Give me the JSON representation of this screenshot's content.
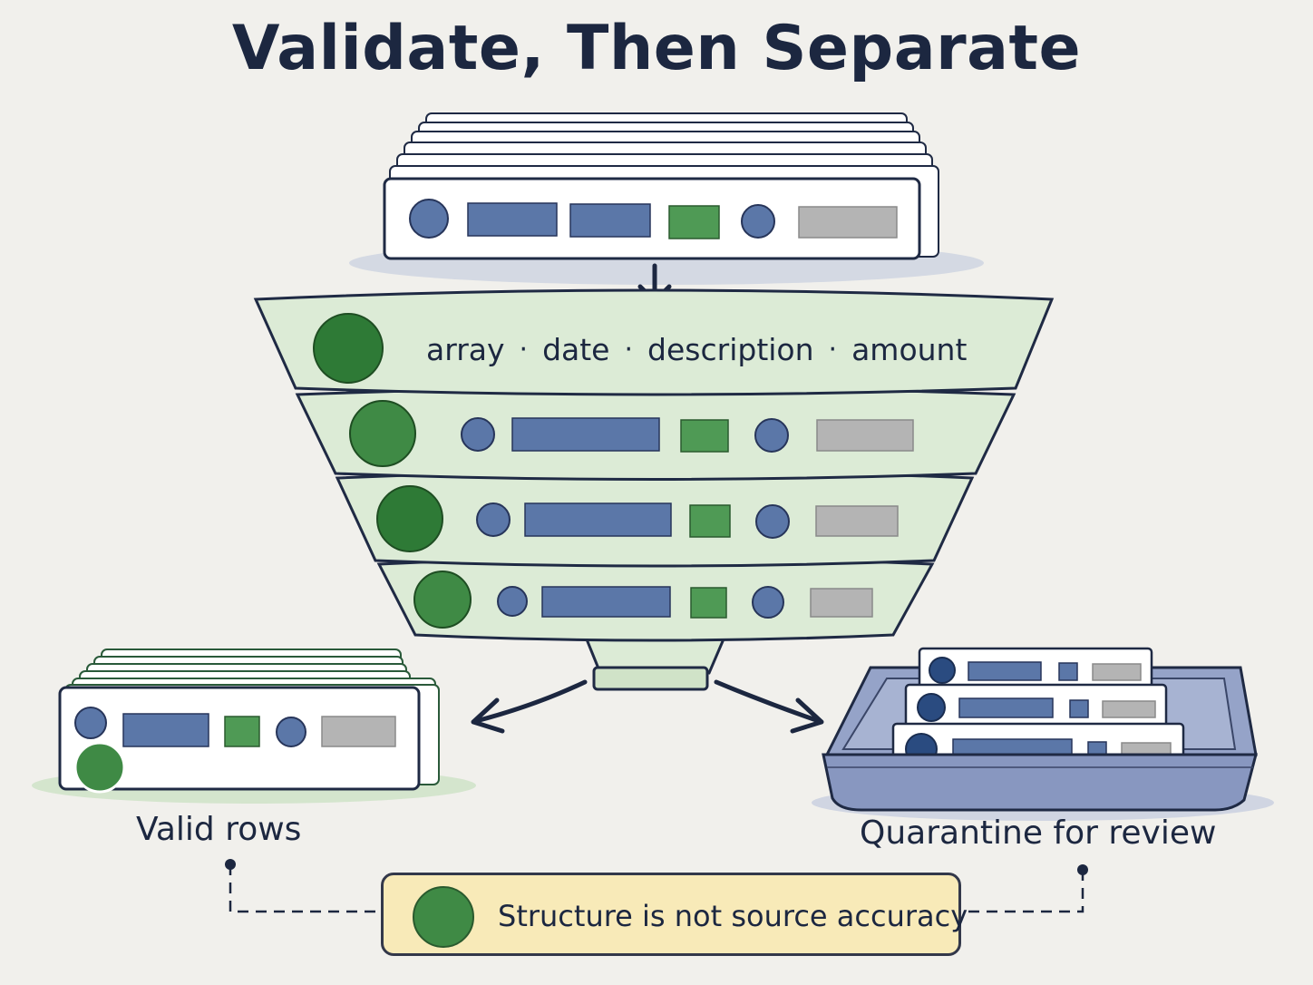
{
  "title": "Validate, Then Separate",
  "schema": {
    "fields": [
      "array",
      "date",
      "description",
      "amount"
    ]
  },
  "outputs": {
    "valid_label": "Valid rows",
    "quarantine_label": "Quarantine for review"
  },
  "note": {
    "text": "Structure is not source accuracy"
  },
  "colors": {
    "background": "#f1f0ec",
    "ink": "#1c2740",
    "funnel_green": "#dcebd6",
    "valid_green": "#3f8a45",
    "field_blue": "#5b77a8",
    "gray_field": "#b4b4b4",
    "tray_blue": "#8d9cc2",
    "note_yellow": "#f8eab8"
  }
}
